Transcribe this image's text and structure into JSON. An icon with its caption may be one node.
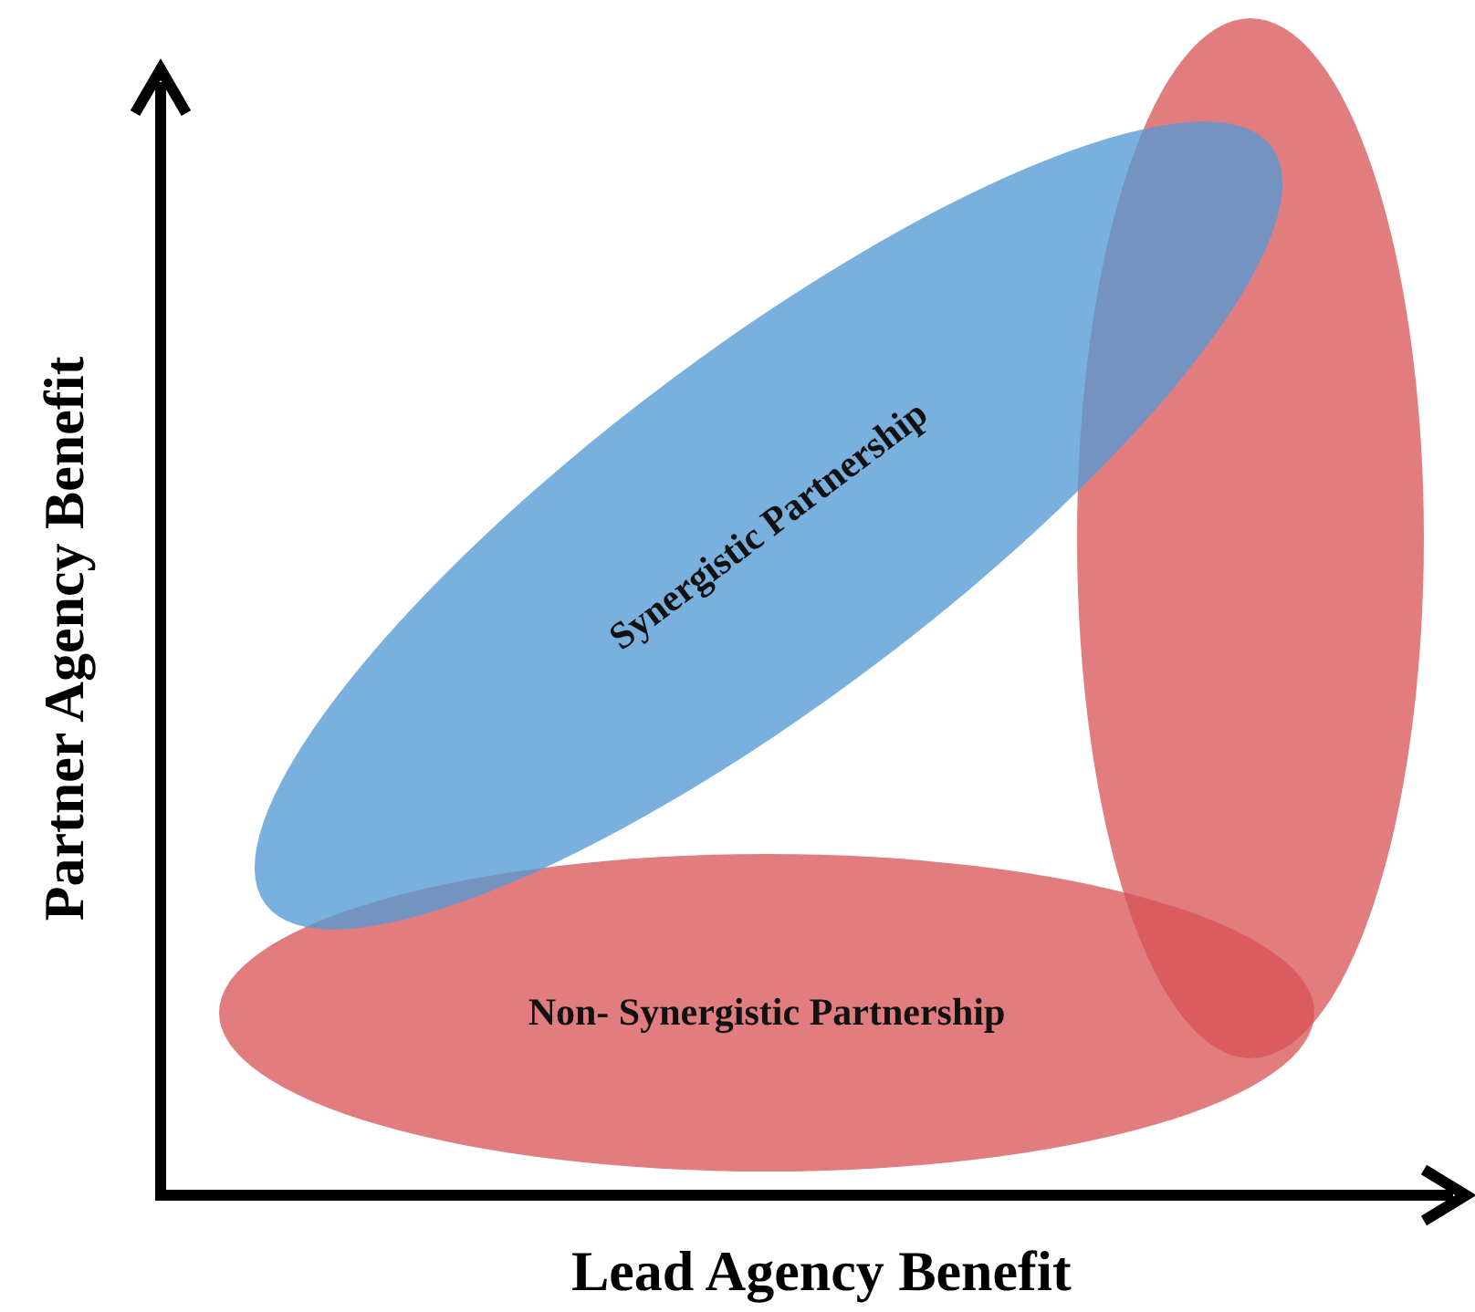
{
  "diagram": {
    "nodes": [
      {
        "text": [
          "Synergistic Partnership"
        ]
      },
      {
        "text": [
          "Non- Synergistic Partnership"
        ]
      },
      {
        "text": [],
        "shape": "ellipse"
      }
    ],
    "edges": [],
    "labels": [
      "Partner Agency Benefit",
      "Lead Agency Benefit"
    ]
  }
}
